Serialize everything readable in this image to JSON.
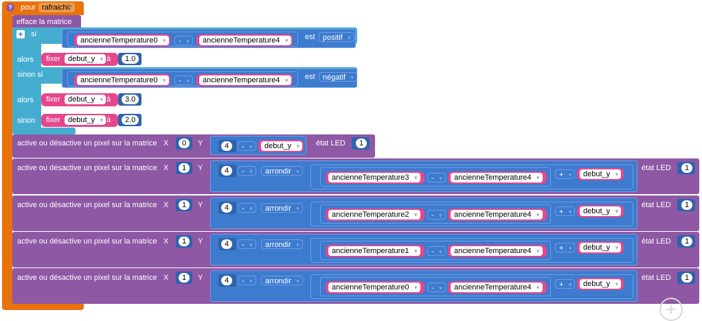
{
  "procedure": {
    "keyword": "pour",
    "name": "rafraichir",
    "help_icon": "?"
  },
  "clear_block": {
    "label": "efface la matrice"
  },
  "if_block": {
    "if_label": "si",
    "then_label": "alors",
    "elseif_label": "sinon si",
    "else_label": "sinon",
    "cond1": {
      "left": "ancienneTemperature0",
      "op": "-",
      "right": "ancienneTemperature4",
      "est": "est",
      "test": "positif"
    },
    "cond2": {
      "left": "ancienneTemperature0",
      "op": "-",
      "right": "ancienneTemperature4",
      "est": "est",
      "test": "négatif"
    },
    "set1": {
      "fixer": "fixer",
      "var": "debut_y",
      "a": "à",
      "value": "1.0"
    },
    "set2": {
      "fixer": "fixer",
      "var": "debut_y",
      "a": "à",
      "value": "3.0"
    },
    "set3": {
      "fixer": "fixer",
      "var": "debut_y",
      "a": "à",
      "value": "2.0"
    }
  },
  "pixel_blocks": [
    {
      "label": "active ou désactive un pixel sur la matrice",
      "x_label": "X",
      "x": "0",
      "y_label": "Y",
      "y_num": "4",
      "op": "-",
      "var": "debut_y",
      "led_label": "état LED",
      "led": "1"
    },
    {
      "label": "active ou désactive un pixel sur la matrice",
      "x_label": "X",
      "x": "1",
      "y_label": "Y",
      "y_num": "4",
      "op": "-",
      "round": "arrondir",
      "a": "ancienneTemperature3",
      "sub": "-",
      "b": "ancienneTemperature4",
      "plus": "+",
      "var": "debut_y",
      "led_label": "état LED",
      "led": "1"
    },
    {
      "label": "active ou désactive un pixel sur la matrice",
      "x_label": "X",
      "x": "1",
      "y_label": "Y",
      "y_num": "4",
      "op": "-",
      "round": "arrondir",
      "a": "ancienneTemperature2",
      "sub": "-",
      "b": "ancienneTemperature4",
      "plus": "+",
      "var": "debut_y",
      "led_label": "état LED",
      "led": "1"
    },
    {
      "label": "active ou désactive un pixel sur la matrice",
      "x_label": "X",
      "x": "1",
      "y_label": "Y",
      "y_num": "4",
      "op": "-",
      "round": "arrondir",
      "a": "ancienneTemperature1",
      "sub": "-",
      "b": "ancienneTemperature4",
      "plus": "+",
      "var": "debut_y",
      "led_label": "état LED",
      "led": "1"
    },
    {
      "label": "active ou désactive un pixel sur la matrice",
      "x_label": "X",
      "x": "1",
      "y_label": "Y",
      "y_num": "4",
      "op": "-",
      "round": "arrondir",
      "a": "ancienneTemperature0",
      "sub": "-",
      "b": "ancienneTemperature4",
      "plus": "+",
      "var": "debut_y",
      "led_label": "état LED",
      "led": "1"
    }
  ],
  "workspace": {
    "zoom_in_icon": "+"
  },
  "colors": {
    "procedure": "#e8720b",
    "matrix": "#8e58a5",
    "logic": "#45aed0",
    "variable": "#e5478d",
    "math": "#3d7bcf"
  }
}
